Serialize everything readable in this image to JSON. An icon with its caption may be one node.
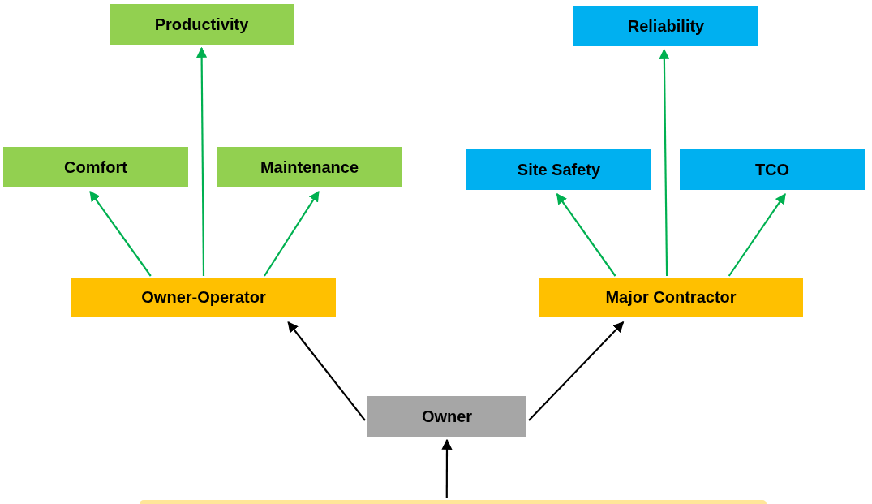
{
  "diagram": {
    "nodes": [
      {
        "text": [
          "Productivity"
        ]
      },
      {
        "text": [
          "Reliability"
        ]
      },
      {
        "text": [
          "Comfort"
        ]
      },
      {
        "text": [
          "Maintenance"
        ]
      },
      {
        "text": [
          "Site Safety"
        ]
      },
      {
        "text": [
          "TCO"
        ]
      },
      {
        "text": [
          "Owner-Operator"
        ]
      },
      {
        "text": [
          "Major Contractor"
        ]
      },
      {
        "text": [
          "Owner"
        ]
      },
      {
        "text": [],
        "shape": "box"
      }
    ],
    "edges": [
      {
        "from": 9,
        "to": 8,
        "arrow": "to",
        "color": "#000000"
      },
      {
        "from": 8,
        "to": 6,
        "arrow": "to",
        "color": "#000000"
      },
      {
        "from": 8,
        "to": 7,
        "arrow": "to",
        "color": "#000000"
      },
      {
        "from": 6,
        "to": 2,
        "arrow": "to"
      },
      {
        "from": 6,
        "to": 0,
        "arrow": "to"
      },
      {
        "from": 6,
        "to": 3,
        "arrow": "to"
      },
      {
        "from": 7,
        "to": 4,
        "arrow": "to"
      },
      {
        "from": 7,
        "to": 1,
        "arrow": "to"
      },
      {
        "from": 7,
        "to": 5,
        "arrow": "to"
      }
    ]
  }
}
